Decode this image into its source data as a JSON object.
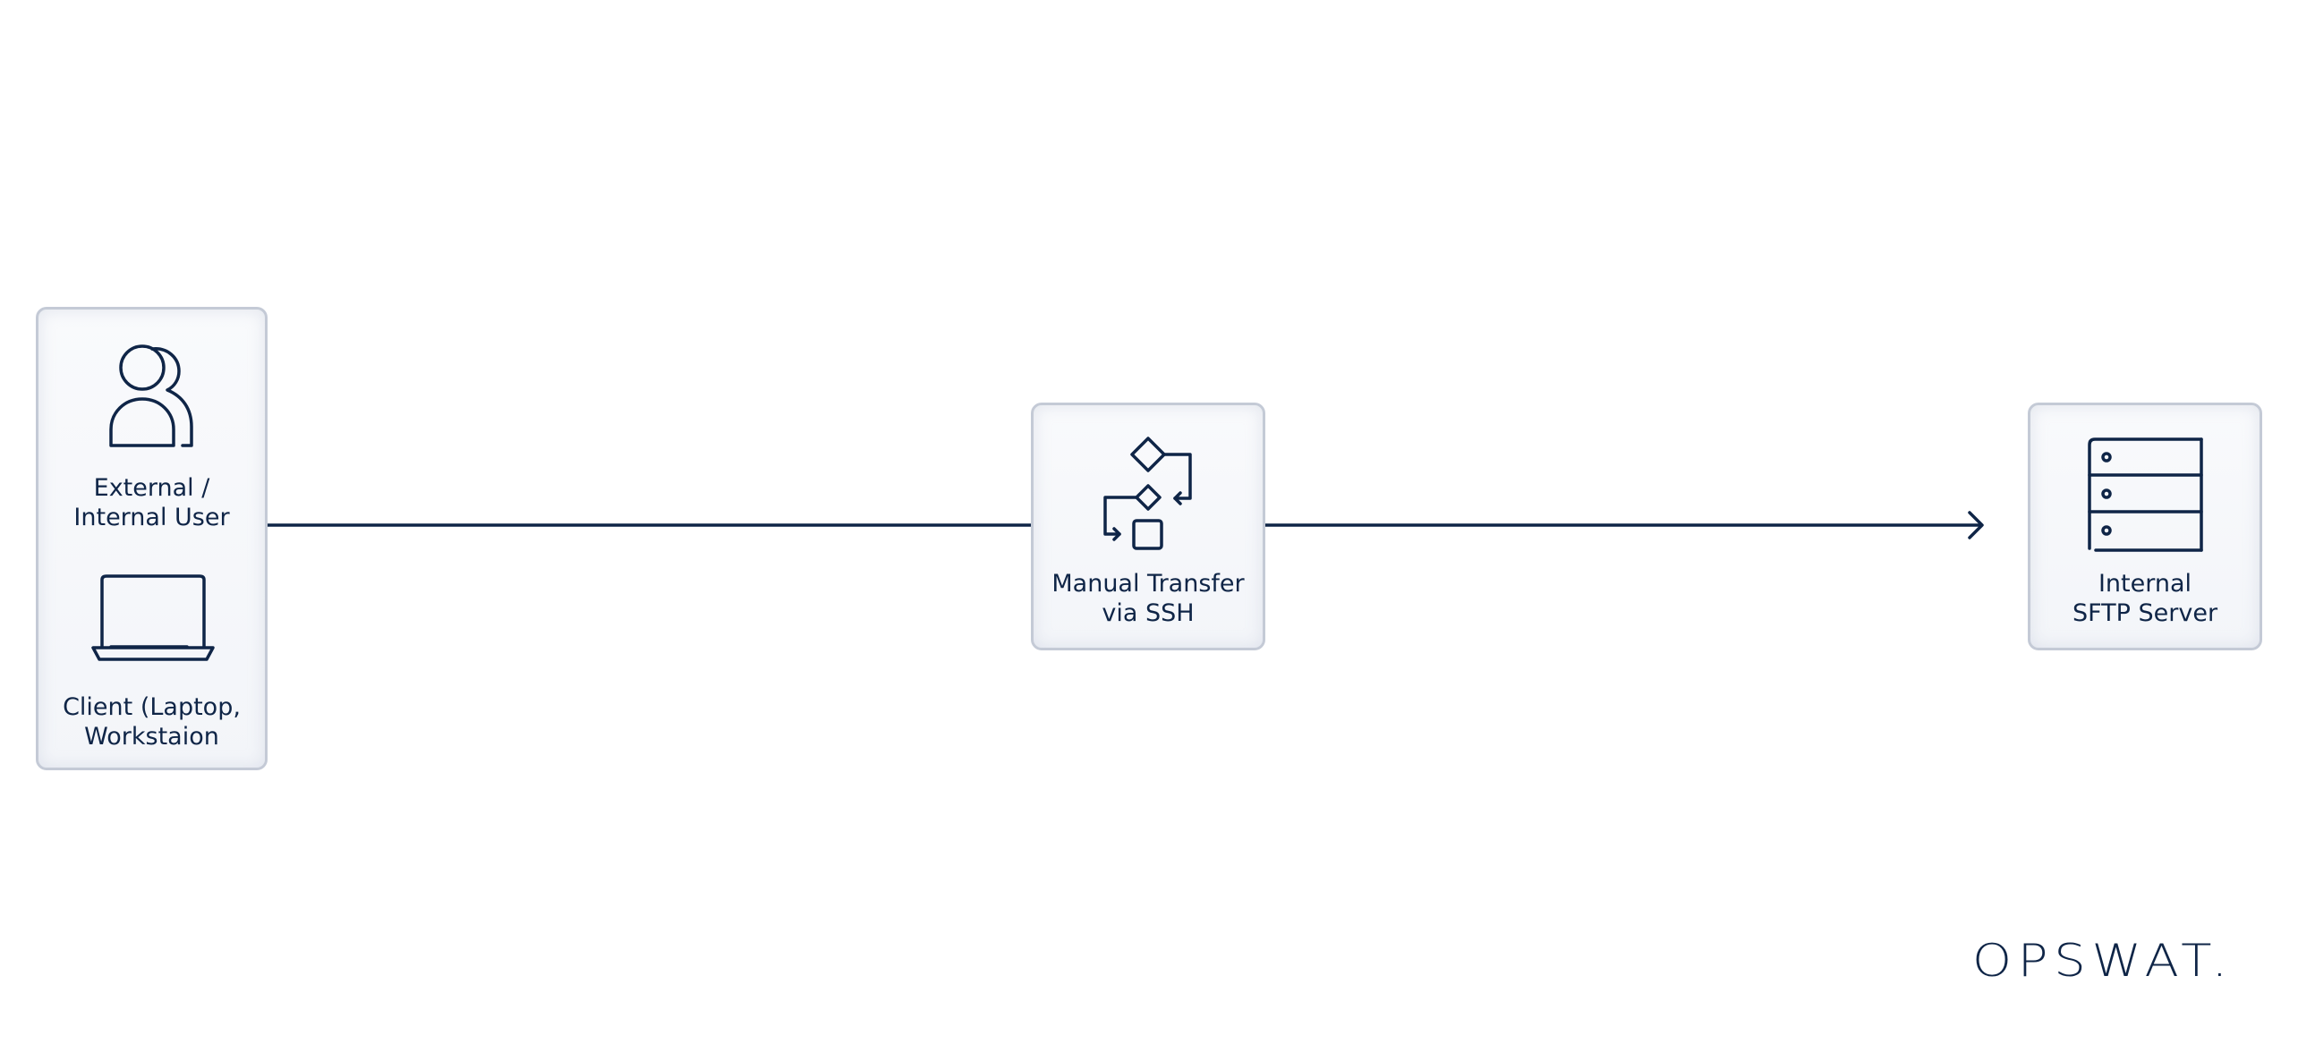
{
  "nodes": {
    "user": {
      "label_line1": "External /",
      "label_line2": "Internal User",
      "client_line1": "Client (Laptop,",
      "client_line2": "Workstaion"
    },
    "transfer": {
      "label_line1": "Manual Transfer",
      "label_line2": "via SSH"
    },
    "server": {
      "label_line1": "Internal",
      "label_line2": "SFTP Server"
    }
  },
  "icons": [
    "users-icon",
    "laptop-icon",
    "workflow-icon",
    "server-icon"
  ],
  "logo": {
    "text": "OPSWAT."
  },
  "colors": {
    "ink": "#0f2547",
    "node_border": "#c4cad6",
    "node_fill": "#f5f7fa"
  }
}
